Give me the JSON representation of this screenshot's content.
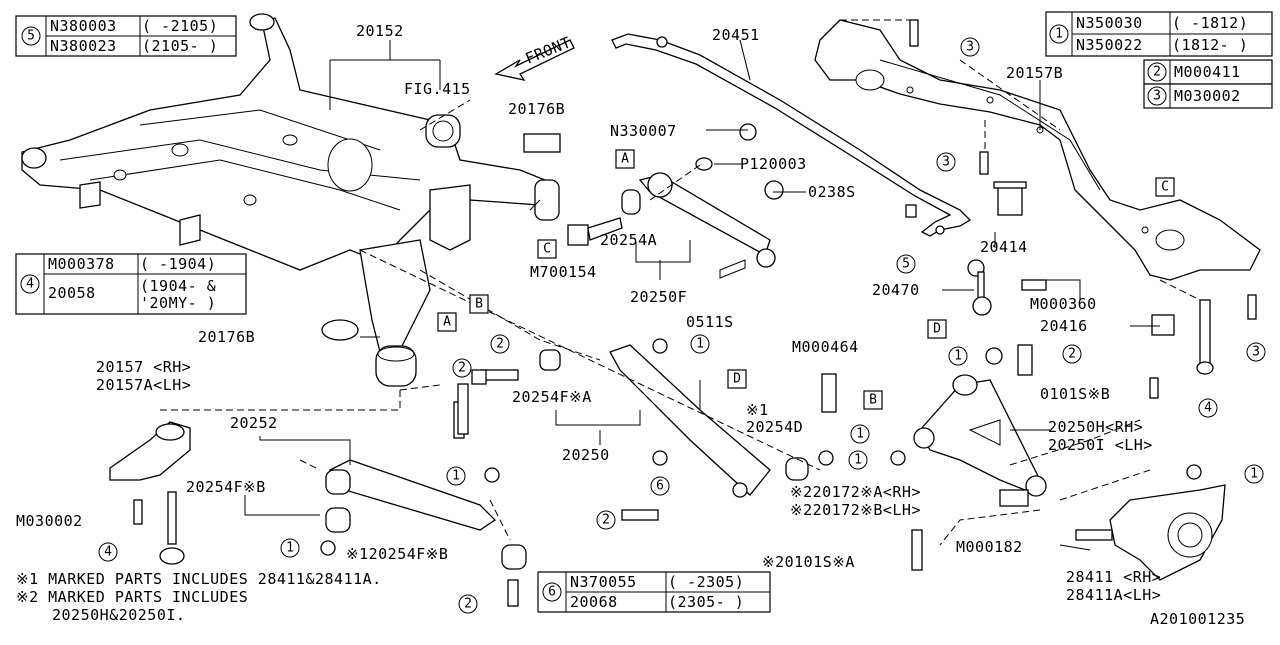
{
  "tables": {
    "t5": {
      "index": "5",
      "rows": [
        [
          "N380003",
          "( -2105)"
        ],
        [
          "N380023",
          "(2105- )"
        ]
      ]
    },
    "t1": {
      "index": "1",
      "rows": [
        [
          "N350030",
          "( -1812)"
        ],
        [
          "N350022",
          "(1812- )"
        ]
      ]
    },
    "t2": {
      "index": "2",
      "rows": [
        [
          "M000411"
        ]
      ]
    },
    "t3": {
      "index": "3",
      "rows": [
        [
          "M030002"
        ]
      ]
    },
    "t4": {
      "index": "4",
      "rows": [
        [
          "M000378",
          "( -1904)"
        ],
        [
          "20058",
          "(1904- &"
        ],
        [
          "",
          "'20MY- )"
        ]
      ]
    },
    "t6": {
      "index": "6",
      "rows": [
        [
          "N370055",
          "( -2305)"
        ],
        [
          "20068",
          "(2305- )"
        ]
      ]
    }
  },
  "labels": {
    "p20152": "20152",
    "fig415": "FIG.415",
    "front": "FRONT",
    "p20451": "20451",
    "p20157B": "20157B",
    "p20176B_top": "20176B",
    "n330007": "N330007",
    "p120003": "P120003",
    "p0238S": "0238S",
    "p20254A": "20254A",
    "m700154": "M700154",
    "p20250F": "20250F",
    "p0511S": "0511S",
    "p20414": "20414",
    "p20470": "20470",
    "m000360": "M000360",
    "p20416": "20416",
    "p0101SB": "0101S※B",
    "m000464": "M000464",
    "p20176B_mid": "20176B",
    "p20157RH": "20157 <RH>",
    "p20157ALH": "20157A<LH>",
    "p20252": "20252",
    "p20254FB": "20254F※B",
    "m030002": "M030002",
    "p20254FA": "20254F※A",
    "p20250": "20250",
    "p20254D": "20254D",
    "mark1": "※1",
    "p20250HRH": "20250H<RH>",
    "p20250ILH": "20250I <LH>",
    "p220172ARH": "※220172※A<RH>",
    "p220172BLH": "※220172※B<LH>",
    "m000182": "M000182",
    "p20101SA": "※20101S※A",
    "p120254FB": "※120254F※B",
    "p28411RH": "28411 <RH>",
    "p28411ALH": "28411A<LH>",
    "refA1": "A",
    "refA2": "A",
    "refB1": "B",
    "refB2": "B",
    "refC1": "C",
    "refC2": "C",
    "refD1": "D",
    "refD2": "D"
  },
  "callouts": {
    "c1": "1",
    "c2": "2",
    "c3": "3",
    "c4": "4",
    "c5": "5",
    "c6": "6"
  },
  "notes": {
    "note1": "※1 MARKED PARTS INCLUDES 28411&28411A.",
    "note2": "※2 MARKED PARTS INCLUDES",
    "note2b": "20250H&20250I."
  },
  "diagram_id": "A201001235"
}
